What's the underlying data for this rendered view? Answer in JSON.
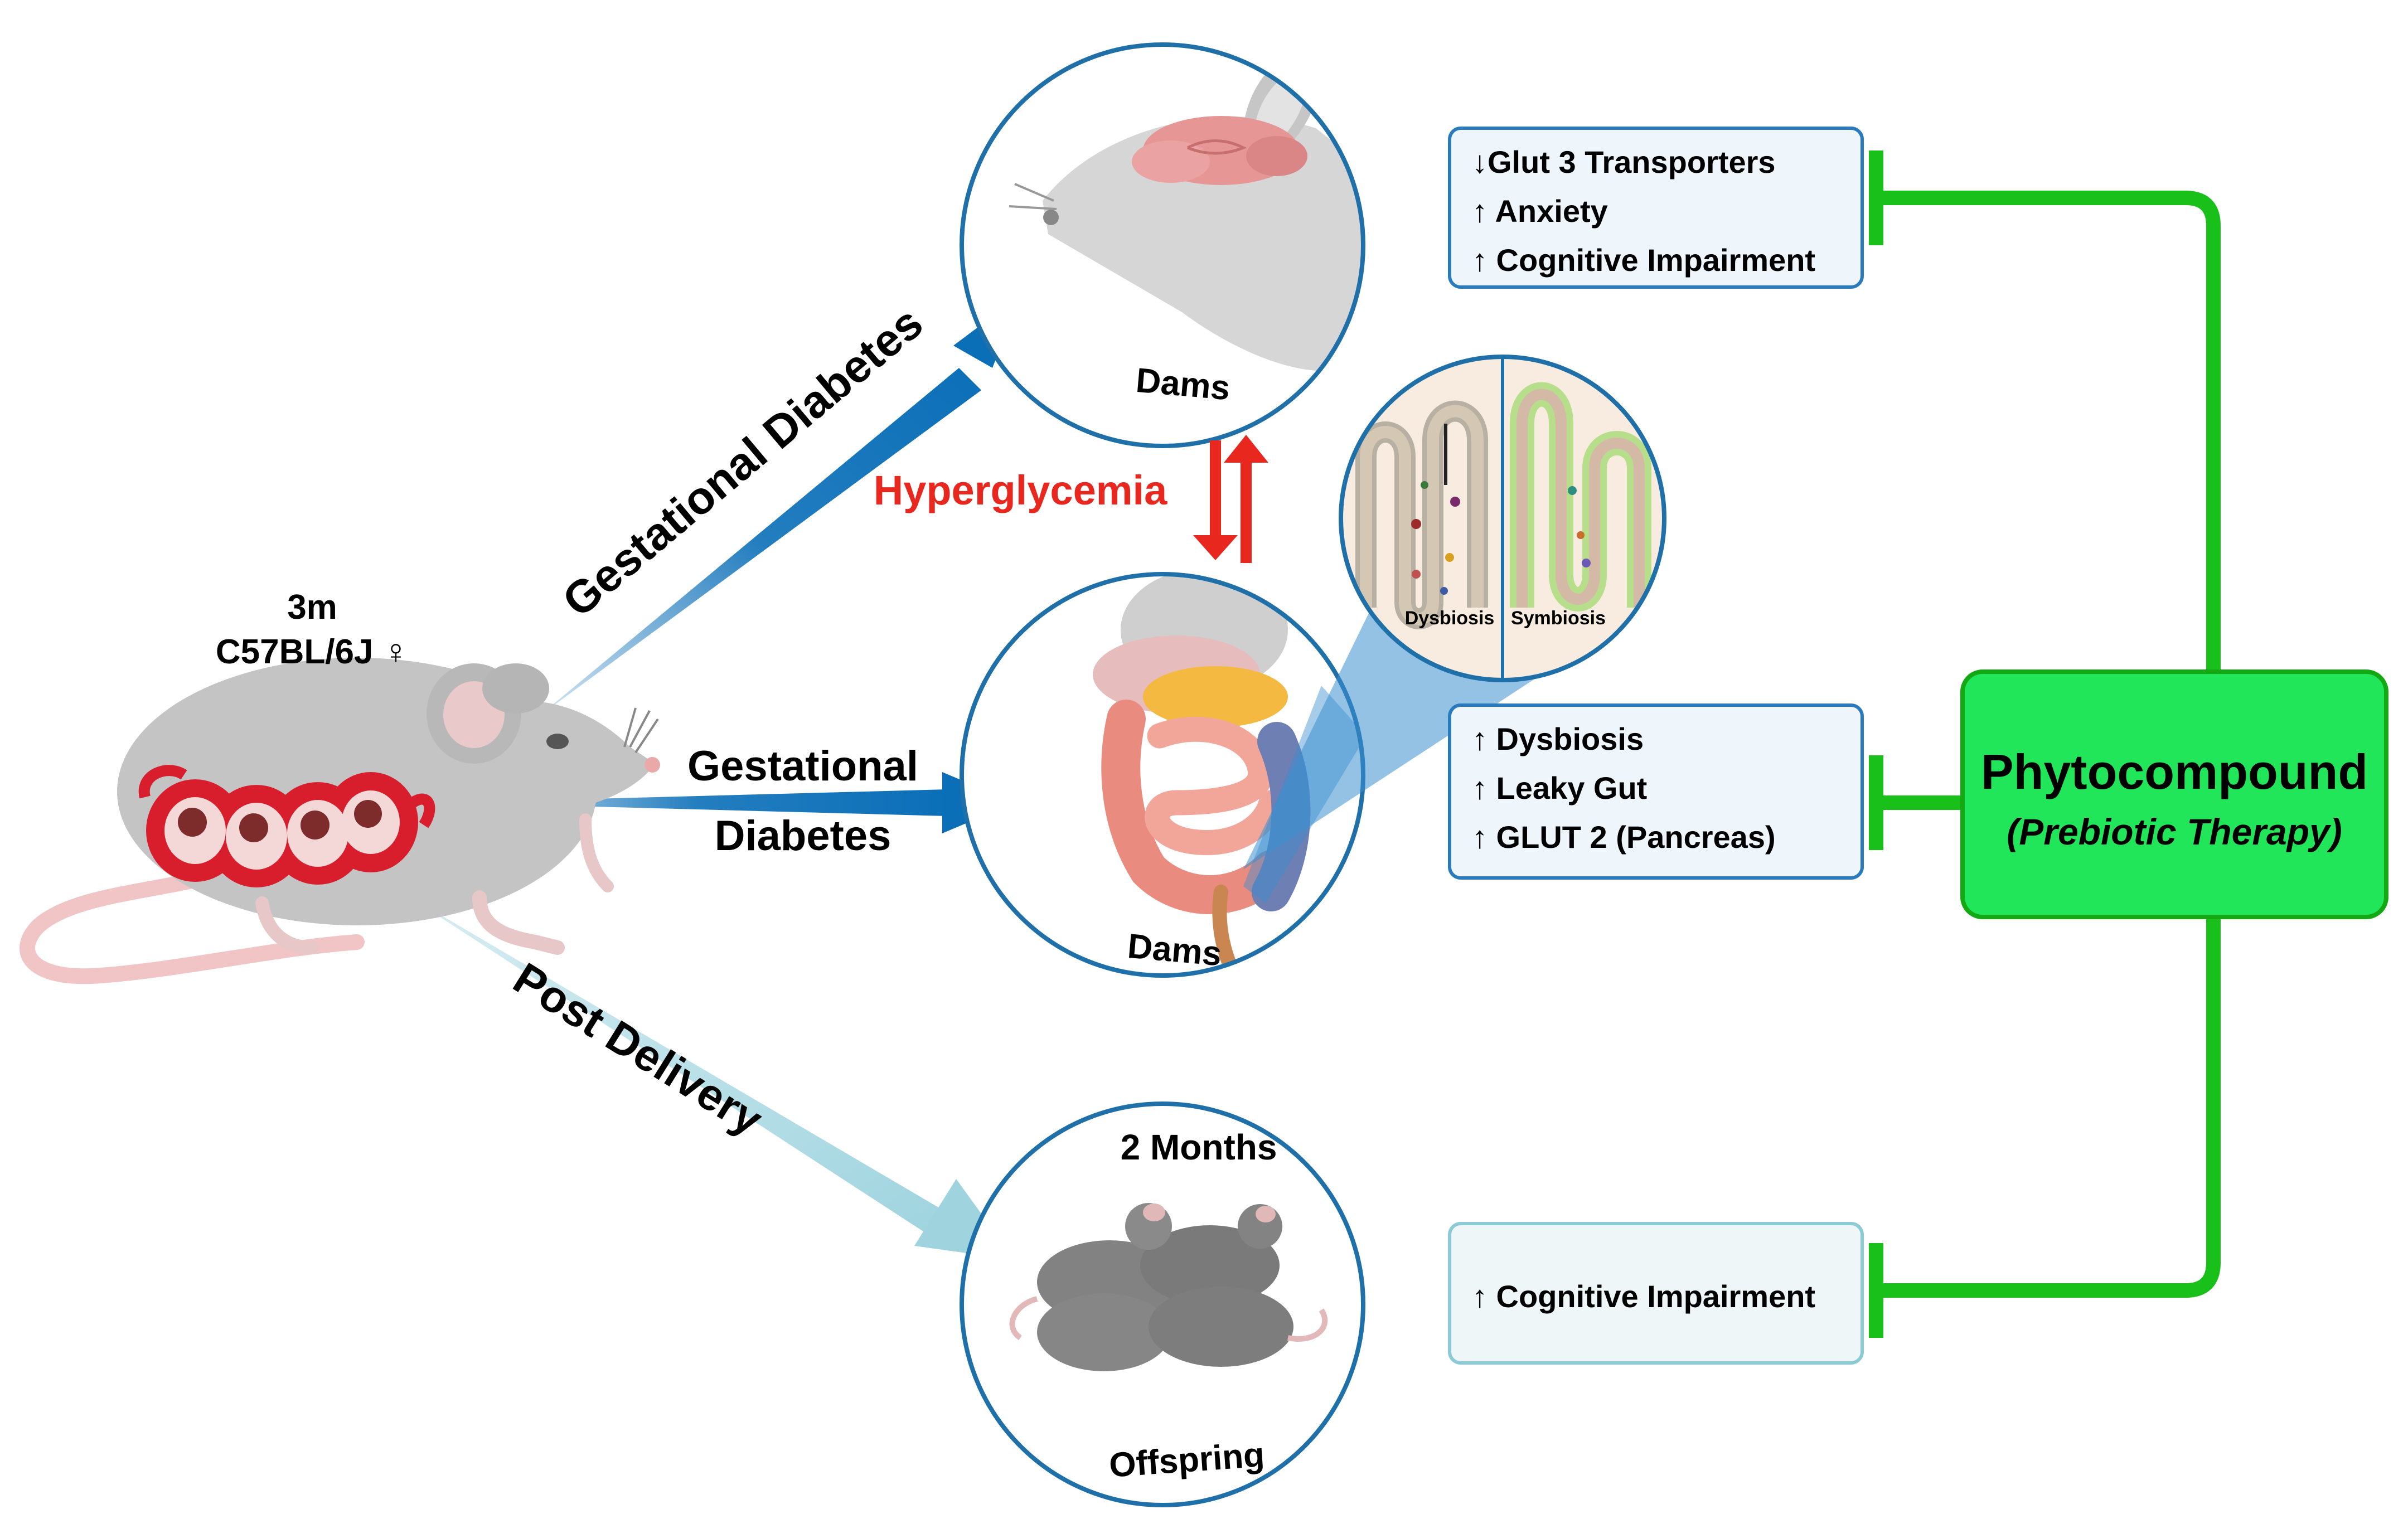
{
  "colors": {
    "blue_arrow": "#0b6fb8",
    "light_blue_arrow": "#9fd4df",
    "circle_border": "#1f6fa8",
    "box_border": "#2a7bbd",
    "box_fill": "#eef5fb",
    "offspring_box_border": "#8ccbd6",
    "offspring_box_fill": "#eef6f8",
    "green": "#19c01a",
    "green_fill": "#22e65a",
    "green_border": "#14a814",
    "red": "#e8281f",
    "mouse_gray": "#c2c2c2",
    "uterus_red": "#d81e2c"
  },
  "left_mouse": {
    "icon": "pregnant-mouse-icon",
    "age": "3m",
    "strain": "C57BL/6J ♀"
  },
  "arrows": {
    "upper_label": "Gestational Diabetes",
    "middle_label_line1": "Gestational",
    "middle_label_line2": "Diabetes",
    "lower_label": "Post Delivery"
  },
  "hyperglycemia": "Hyperglycemia",
  "circles": {
    "brain": {
      "icon": "mouse-brain-icon",
      "label": "Dams"
    },
    "gut": {
      "icon": "intestine-icon",
      "label": "Dams"
    },
    "offspring": {
      "icon": "offspring-mice-icon",
      "top_label": "2 Months",
      "label": "Offspring"
    },
    "villi": {
      "icon": "intestinal-villi-icon",
      "left_label": "Dysbiosis",
      "right_label": "Symbiosis"
    }
  },
  "boxes": {
    "brain_effects": [
      "↓Glut 3 Transporters",
      "↑ Anxiety",
      "↑ Cognitive Impairment"
    ],
    "gut_effects": [
      "↑ Dysbiosis",
      "↑ Leaky Gut",
      "↑ GLUT 2 (Pancreas)"
    ],
    "offspring_effects": [
      "↑ Cognitive Impairment"
    ]
  },
  "therapy": {
    "title": "Phytocompound",
    "subtitle": "(Prebiotic Therapy)"
  }
}
